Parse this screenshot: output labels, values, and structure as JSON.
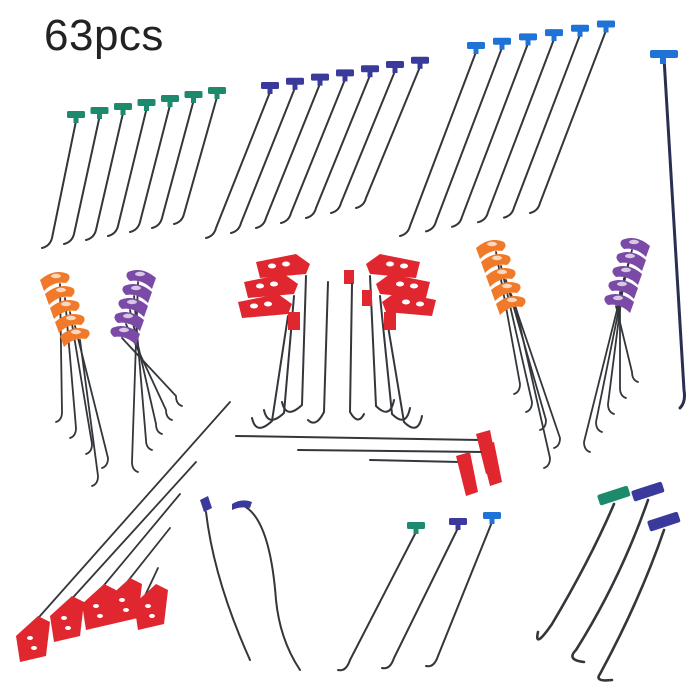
{
  "caption": "63pcs",
  "colors": {
    "green": "#1d8a6e",
    "navy": "#3a3a9c",
    "blue": "#1f73d6",
    "orange": "#f07a2a",
    "purple": "#7a4aa6",
    "red": "#e0262e",
    "steel": "#33363b"
  },
  "groups": [
    {
      "name": "t-handle-rods-green",
      "count": 7
    },
    {
      "name": "t-handle-rods-navy",
      "count": 7
    },
    {
      "name": "t-handle-rods-blue",
      "count": 7
    },
    {
      "name": "fan-handle-rods-orange-purple-left",
      "count": 10
    },
    {
      "name": "red-grip-hooks-center",
      "count": 8
    },
    {
      "name": "fan-handle-rods-orange-purple-right",
      "count": 10
    },
    {
      "name": "red-grip-long-rods",
      "count": 5
    },
    {
      "name": "red-grip-horizontal-rods",
      "count": 3
    },
    {
      "name": "navy-small-rods",
      "count": 2
    },
    {
      "name": "t-handle-rods-mixed-small",
      "count": 3
    },
    {
      "name": "t-handle-rods-heavy",
      "count": 3
    }
  ]
}
